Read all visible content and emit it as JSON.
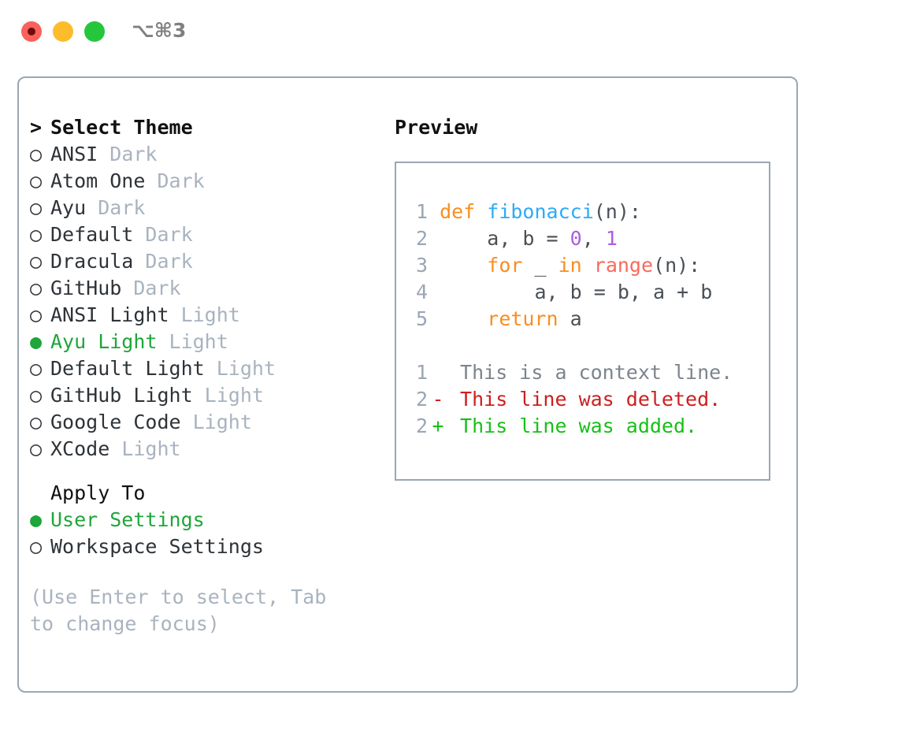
{
  "titlebar": {
    "shortcut": "⌥⌘3",
    "buttons": [
      {
        "name": "close",
        "color": "#f9615c"
      },
      {
        "name": "minimize",
        "color": "#fdbc2c"
      },
      {
        "name": "maximize",
        "color": "#25c63c"
      }
    ]
  },
  "colors": {
    "accent_green": "#1fa63a",
    "muted_gray": "#a9b3bf",
    "text": "#2e3338",
    "border": "#9aa6b5",
    "keyword": "#f98e20",
    "function": "#2eaaf5",
    "builtin": "#f96a5c",
    "number": "#a95ee0",
    "diff_add": "#18c018",
    "diff_del": "#cc2020",
    "diff_ctx": "#7c848c"
  },
  "theme_list": {
    "heading": "Select Theme",
    "heading_prefix": ">",
    "marker_unselected": "○",
    "marker_selected": "●",
    "items": [
      {
        "label": "ANSI",
        "variant": "Dark",
        "selected": false
      },
      {
        "label": "Atom One",
        "variant": "Dark",
        "selected": false
      },
      {
        "label": "Ayu",
        "variant": "Dark",
        "selected": false
      },
      {
        "label": "Default",
        "variant": "Dark",
        "selected": false
      },
      {
        "label": "Dracula",
        "variant": "Dark",
        "selected": false
      },
      {
        "label": "GitHub",
        "variant": "Dark",
        "selected": false
      },
      {
        "label": "ANSI Light",
        "variant": "Light",
        "selected": false
      },
      {
        "label": "Ayu Light",
        "variant": "Light",
        "selected": true
      },
      {
        "label": "Default Light",
        "variant": "Light",
        "selected": false
      },
      {
        "label": "GitHub Light",
        "variant": "Light",
        "selected": false
      },
      {
        "label": "Google Code",
        "variant": "Light",
        "selected": false
      },
      {
        "label": "XCode",
        "variant": "Light",
        "selected": false
      }
    ]
  },
  "apply_to": {
    "heading": "Apply To",
    "items": [
      {
        "label": "User Settings",
        "selected": true
      },
      {
        "label": "Workspace Settings",
        "selected": false
      }
    ]
  },
  "hint": "(Use Enter to select, Tab to change focus)",
  "preview": {
    "title": "Preview",
    "code_lines": [
      {
        "no": "1",
        "tokens": [
          {
            "t": "def ",
            "c": "kw"
          },
          {
            "t": "fibonacci",
            "c": "fn"
          },
          {
            "t": "(n):",
            "c": "punct"
          }
        ]
      },
      {
        "no": "2",
        "tokens": [
          {
            "t": "    a, b = ",
            "c": "punct"
          },
          {
            "t": "0",
            "c": "num"
          },
          {
            "t": ", ",
            "c": "punct"
          },
          {
            "t": "1",
            "c": "num"
          }
        ]
      },
      {
        "no": "3",
        "tokens": [
          {
            "t": "    ",
            "c": "punct"
          },
          {
            "t": "for",
            "c": "kw"
          },
          {
            "t": " _ ",
            "c": "punct"
          },
          {
            "t": "in",
            "c": "kw"
          },
          {
            "t": " ",
            "c": "punct"
          },
          {
            "t": "range",
            "c": "bi"
          },
          {
            "t": "(n):",
            "c": "punct"
          }
        ]
      },
      {
        "no": "4",
        "tokens": [
          {
            "t": "        a, b = b, a + b",
            "c": "punct"
          }
        ]
      },
      {
        "no": "5",
        "tokens": [
          {
            "t": "    ",
            "c": "punct"
          },
          {
            "t": "return",
            "c": "kw"
          },
          {
            "t": " a",
            "c": "punct"
          }
        ]
      }
    ],
    "diff_lines": [
      {
        "no": "1",
        "marker": " ",
        "text": "This is a context line.",
        "kind": "ctx"
      },
      {
        "no": "2",
        "marker": "-",
        "text": "This line was deleted.",
        "kind": "del"
      },
      {
        "no": "2",
        "marker": "+",
        "text": "This line was added.",
        "kind": "add"
      }
    ]
  }
}
